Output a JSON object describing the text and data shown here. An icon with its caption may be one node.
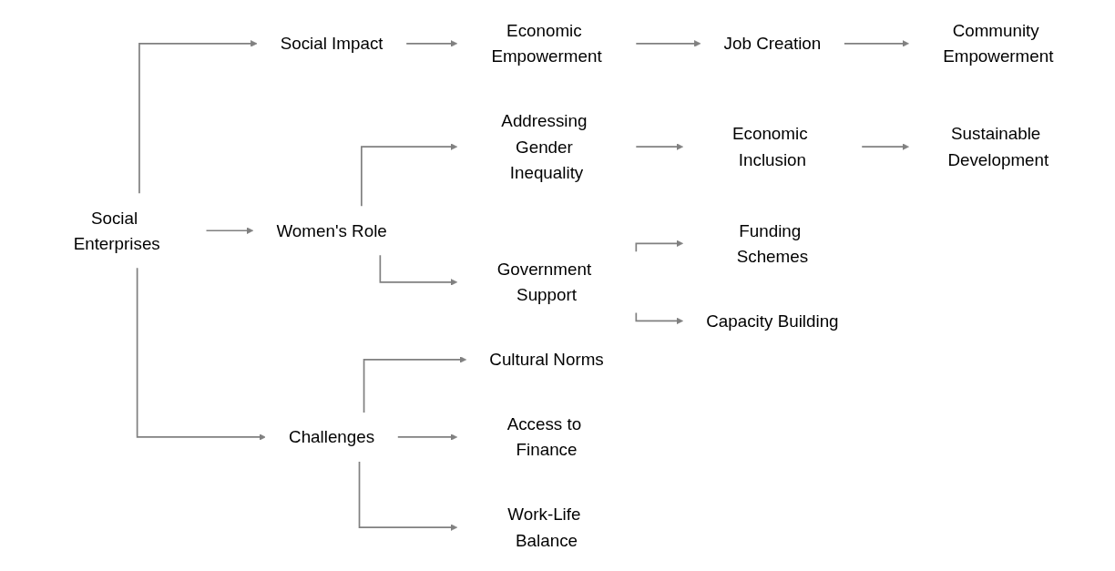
{
  "diagram": {
    "nodes": [
      {
        "text": [
          "Social Enterprises"
        ]
      },
      {
        "text": [
          "Social Impact"
        ]
      },
      {
        "text": [
          "Economic Empowerment"
        ]
      },
      {
        "text": [
          "Job Creation"
        ]
      },
      {
        "text": [
          "Community Empowerment"
        ]
      },
      {
        "text": [
          "Women's Role"
        ]
      },
      {
        "text": [
          "Addressing Gender Inequality"
        ]
      },
      {
        "text": [
          "Economic Inclusion"
        ]
      },
      {
        "text": [
          "Sustainable Development"
        ]
      },
      {
        "text": [
          "Government Support"
        ]
      },
      {
        "text": [
          "Funding Schemes"
        ]
      },
      {
        "text": [
          "Capacity Building"
        ]
      },
      {
        "text": [
          "Challenges"
        ]
      },
      {
        "text": [
          "Cultural Norms"
        ]
      },
      {
        "text": [
          "Access to Finance"
        ]
      },
      {
        "text": [
          "Work-Life Balance"
        ]
      }
    ],
    "edges": [
      {
        "from": 0,
        "to": 1,
        "arrow": "to"
      },
      {
        "from": 0,
        "to": 5,
        "arrow": "to"
      },
      {
        "from": 0,
        "to": 12,
        "arrow": "to"
      },
      {
        "from": 1,
        "to": 2,
        "arrow": "to"
      },
      {
        "from": 2,
        "to": 3,
        "arrow": "to"
      },
      {
        "from": 3,
        "to": 4,
        "arrow": "to"
      },
      {
        "from": 5,
        "to": 6,
        "arrow": "to"
      },
      {
        "from": 5,
        "to": 9,
        "arrow": "to"
      },
      {
        "from": 6,
        "to": 7,
        "arrow": "to"
      },
      {
        "from": 7,
        "to": 8,
        "arrow": "to"
      },
      {
        "from": 9,
        "to": 10,
        "arrow": "to"
      },
      {
        "from": 9,
        "to": 11,
        "arrow": "to"
      },
      {
        "from": 12,
        "to": 13,
        "arrow": "to"
      },
      {
        "from": 12,
        "to": 14,
        "arrow": "to"
      },
      {
        "from": 12,
        "to": 15,
        "arrow": "to"
      }
    ]
  }
}
